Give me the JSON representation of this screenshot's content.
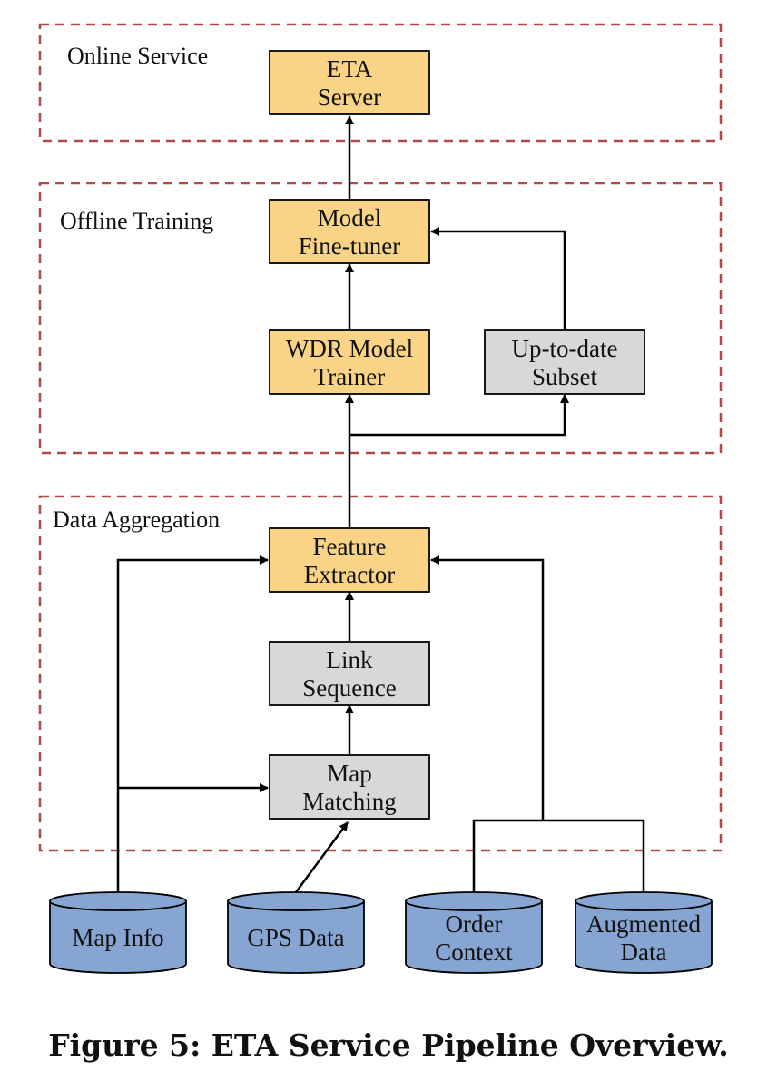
{
  "colors": {
    "region_border": "#b04a48",
    "orange_fill": "#f9d487",
    "gray_fill": "#d8d8d8",
    "blue_fill": "#87a5d3",
    "line": "#000000"
  },
  "regions": {
    "online": "Online Service",
    "offline": "Offline Training",
    "aggregation": "Data Aggregation"
  },
  "nodes": {
    "eta_server": [
      "ETA",
      "Server"
    ],
    "model_finetuner": [
      "Model",
      "Fine-tuner"
    ],
    "wdr_trainer": [
      "WDR Model",
      "Trainer"
    ],
    "uptodate_subset": [
      "Up-to-date",
      "Subset"
    ],
    "feature_extractor": [
      "Feature",
      "Extractor"
    ],
    "link_sequence": [
      "Link",
      "Sequence"
    ],
    "map_matching": [
      "Map",
      "Matching"
    ]
  },
  "sources": {
    "map_info": [
      "Map Info"
    ],
    "gps_data": [
      "GPS Data"
    ],
    "order_context": [
      "Order",
      "Context"
    ],
    "augmented_data": [
      "Augmented",
      "Data"
    ]
  },
  "caption": "Figure 5: ETA Service Pipeline Overview."
}
